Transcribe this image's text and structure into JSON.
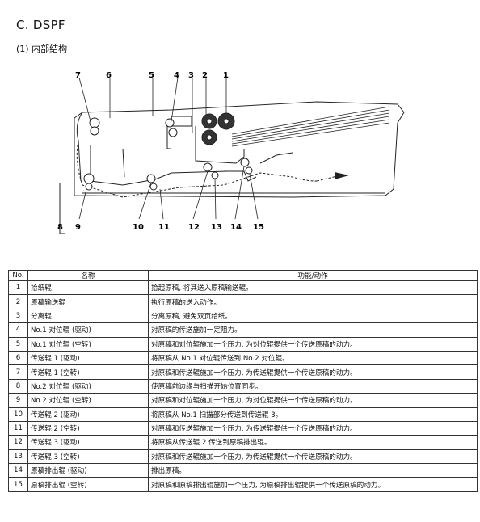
{
  "heading": "C. DSPF",
  "subheading": "(1) 内部结构",
  "callouts": [
    "1",
    "2",
    "3",
    "4",
    "5",
    "6",
    "7",
    "8",
    "9",
    "10",
    "11",
    "12",
    "13",
    "14",
    "15"
  ],
  "table": {
    "headers": [
      "No.",
      "名称",
      "功能/动作"
    ],
    "rows": [
      {
        "no": "1",
        "name": "拾纸辊",
        "func": "拾起原稿, 将其送入原稿输送辊。"
      },
      {
        "no": "2",
        "name": "原稿输送辊",
        "func": "执行原稿的送入动作。"
      },
      {
        "no": "3",
        "name": "分离辊",
        "func": "分离原稿, 避免双页给纸。"
      },
      {
        "no": "4",
        "name": "No.1 对位辊 (驱动)",
        "func": "对原稿的传送施加一定阻力。"
      },
      {
        "no": "5",
        "name": "No.1 对位辊 (空转)",
        "func": "对原稿和对位辊施加一个压力, 为对位辊提供一个传送原稿的动力。"
      },
      {
        "no": "6",
        "name": "传送辊 1 (驱动)",
        "func": "将原稿从 No.1 对位辊传送到 No.2 对位辊。"
      },
      {
        "no": "7",
        "name": "传送辊 1 (空转)",
        "func": "对原稿和传送辊施加一个压力, 为传送辊提供一个传送原稿的动力。"
      },
      {
        "no": "8",
        "name": "No.2 对位辊 (驱动)",
        "func": "使原稿前边缘与扫描开始位置同步。"
      },
      {
        "no": "9",
        "name": "No.2 对位辊 (空转)",
        "func": "对原稿和对位辊施加一个压力, 为对位辊提供一个传送原稿的动力。"
      },
      {
        "no": "10",
        "name": "传送辊 2 (驱动)",
        "func": "将原稿从 No.1 扫描部分传送到传送辊 3。"
      },
      {
        "no": "11",
        "name": "传送辊 2 (空转)",
        "func": "对原稿和传送辊施加一个压力, 为传送辊提供一个传送原稿的动力。"
      },
      {
        "no": "12",
        "name": "传送辊 3 (驱动)",
        "func": "将原稿从传送辊 2 传送到原稿排出辊。"
      },
      {
        "no": "13",
        "name": "传送辊 3 (空转)",
        "func": "对原稿和传送辊施加一个压力, 为传送辊提供一个传送原稿的动力。"
      },
      {
        "no": "14",
        "name": "原稿排出辊 (驱动)",
        "func": "排出原稿。"
      },
      {
        "no": "15",
        "name": "原稿排出辊 (空转)",
        "func": "对原稿和原稿排出辊施加一个压力, 为原稿排出辊提供一个传送原稿的动力。"
      }
    ]
  }
}
